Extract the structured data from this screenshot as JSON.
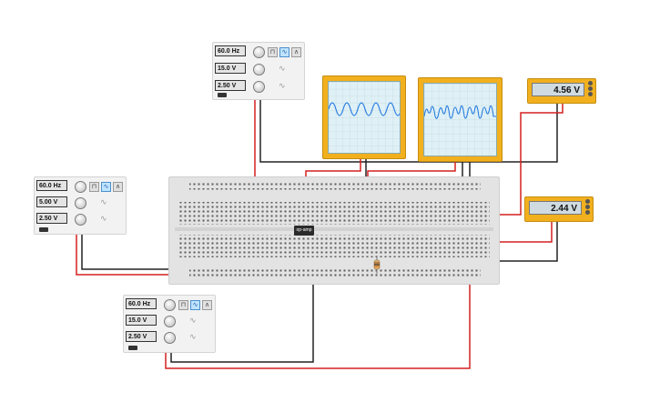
{
  "function_generators": [
    {
      "frequency": "60.0 Hz",
      "amplitude": "15.0 V",
      "offset": "2.50 V"
    },
    {
      "frequency": "60.0 Hz",
      "amplitude": "5.00 V",
      "offset": "2.50 V"
    },
    {
      "frequency": "60.0 Hz",
      "amplitude": "15.0 V",
      "offset": "2.50 V"
    }
  ],
  "multimeters": [
    {
      "reading": "4.56 V"
    },
    {
      "reading": "2.44 V"
    }
  ],
  "chip": {
    "label": "op-amp"
  },
  "colors": {
    "red_wire": "#d32020",
    "black_wire": "#222222",
    "scope_frame": "#f2b01e",
    "trace": "#2a7de1"
  },
  "icons": {
    "sine_wave": "sine-wave-icon",
    "square_wave": "square-wave-icon",
    "triangle_wave": "triangle-wave-icon"
  }
}
